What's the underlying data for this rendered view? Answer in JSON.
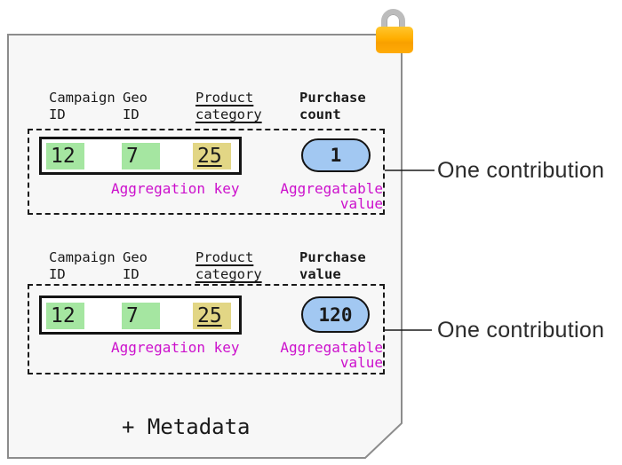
{
  "diagram": {
    "title_hint": "aggregatable report contributions",
    "lock": {
      "icon": "lock-icon"
    },
    "sections": [
      {
        "columns": [
          {
            "line1": "Campaign",
            "line2": "ID"
          },
          {
            "line1": "Geo",
            "line2": "ID"
          },
          {
            "line1": "Product",
            "line2": "category"
          },
          {
            "line1": "Purchase",
            "line2": "count"
          }
        ],
        "key_cells": [
          {
            "value": "12"
          },
          {
            "value": "7"
          },
          {
            "value": "25"
          }
        ],
        "pill_value": "1",
        "key_label": "Aggregation key",
        "value_label": {
          "line1": "Aggregatable",
          "line2": "value"
        },
        "annotation": "One contribution"
      },
      {
        "columns": [
          {
            "line1": "Campaign",
            "line2": "ID"
          },
          {
            "line1": "Geo",
            "line2": "ID"
          },
          {
            "line1": "Product",
            "line2": "category"
          },
          {
            "line1": "Purchase",
            "line2": "value"
          }
        ],
        "key_cells": [
          {
            "value": "12"
          },
          {
            "value": "7"
          },
          {
            "value": "25"
          }
        ],
        "pill_value": "120",
        "key_label": "Aggregation key",
        "value_label": {
          "line1": "Aggregatable",
          "line2": "value"
        },
        "annotation": "One contribution"
      }
    ],
    "footer": "+ Metadata"
  },
  "colors": {
    "paper_fill": "#f7f7f7",
    "paper_border": "#8c8c8c",
    "key_cell_green": "#a5e6a1",
    "key_cell_yellow": "#e2d685",
    "pill_blue": "#a2c8f2",
    "label_magenta": "#cc10cc",
    "lock_orange": "#ffae00",
    "lock_gray": "#bcbcbc",
    "ink": "#1a1a1a"
  }
}
